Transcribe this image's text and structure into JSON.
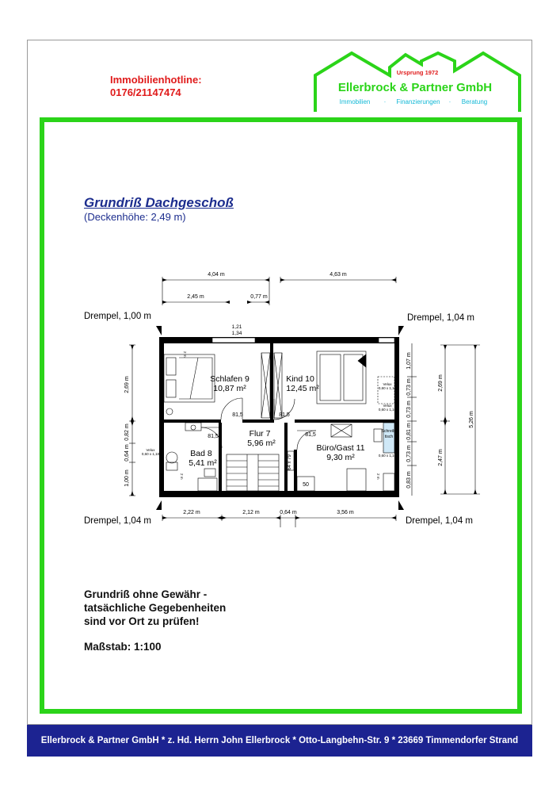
{
  "hotline": {
    "label": "Immobilienhotline:",
    "number": "0176/21147474"
  },
  "logo": {
    "origin": "Ursprung 1972",
    "name": "Ellerbrock & Partner GmbH",
    "services": [
      "Immobilien",
      "Finanzierungen",
      "Beratung"
    ],
    "green": "#2bd419",
    "red": "#e01b1b",
    "cyan": "#12b8d6"
  },
  "title": "Grundriß Dachgeschoß",
  "subtitle": "(Deckenhöhe: 2,49 m)",
  "plan": {
    "drempel": {
      "top_left": "Drempel, 1,00 m",
      "top_right": "Drempel, 1,04 m",
      "bottom_left": "Drempel, 1,04 m",
      "bottom_right": "Drempel, 1,04 m"
    },
    "dims_top": {
      "left": "4,04 m",
      "right": "4,63 m",
      "sub_left": "2,45 m",
      "sub_mid": "0,77 m",
      "win_1": "1,21",
      "win_2": "1,34"
    },
    "dims_bottom": [
      "2,22 m",
      "2,12 m",
      "0,64 m",
      "3,56 m"
    ],
    "dims_left": [
      "2,69 m",
      "0,82 m",
      "0,64 m",
      "1,00 m"
    ],
    "dims_right_inner": [
      "1,07 m",
      "0,73 m",
      "0,73 m",
      "0,81 m",
      "0,73 m",
      "0,83 m"
    ],
    "dims_right_mid": [
      "2,69 m",
      "2,47 m"
    ],
    "dims_right_outer": "5,26 m",
    "velux_label": "Velux",
    "velux_size": "0,60 x 1,10",
    "rooms": [
      {
        "name": "Schlafen 9",
        "area": "10,87 m²"
      },
      {
        "name": "Kind 10",
        "area": "12,45 m²"
      },
      {
        "name": "Flur 7",
        "area": "5,96 m²"
      },
      {
        "name": "Bad 8",
        "area": "5,41 m²"
      },
      {
        "name": "Büro/Gast 11",
        "area": "9,30 m²"
      }
    ],
    "door_widths": [
      "81,5",
      "81,5",
      "81,5",
      "81,5"
    ],
    "small_labels": {
      "shaft": "64 x 79",
      "niche": "50",
      "desk_1": "Schreib-",
      "desk_2": "tisch",
      "radiator": "2 m"
    }
  },
  "disclaimer": [
    "Grundriß ohne Gewähr -",
    "tatsächliche Gegebenheiten",
    "sind vor Ort zu prüfen!"
  ],
  "scale": "Maßstab: 1:100",
  "footer": "Ellerbrock & Partner GmbH * z. Hd. Herrn John Ellerbrock * Otto-Langbehn-Str. 9 * 23669 Timmendorfer Strand"
}
